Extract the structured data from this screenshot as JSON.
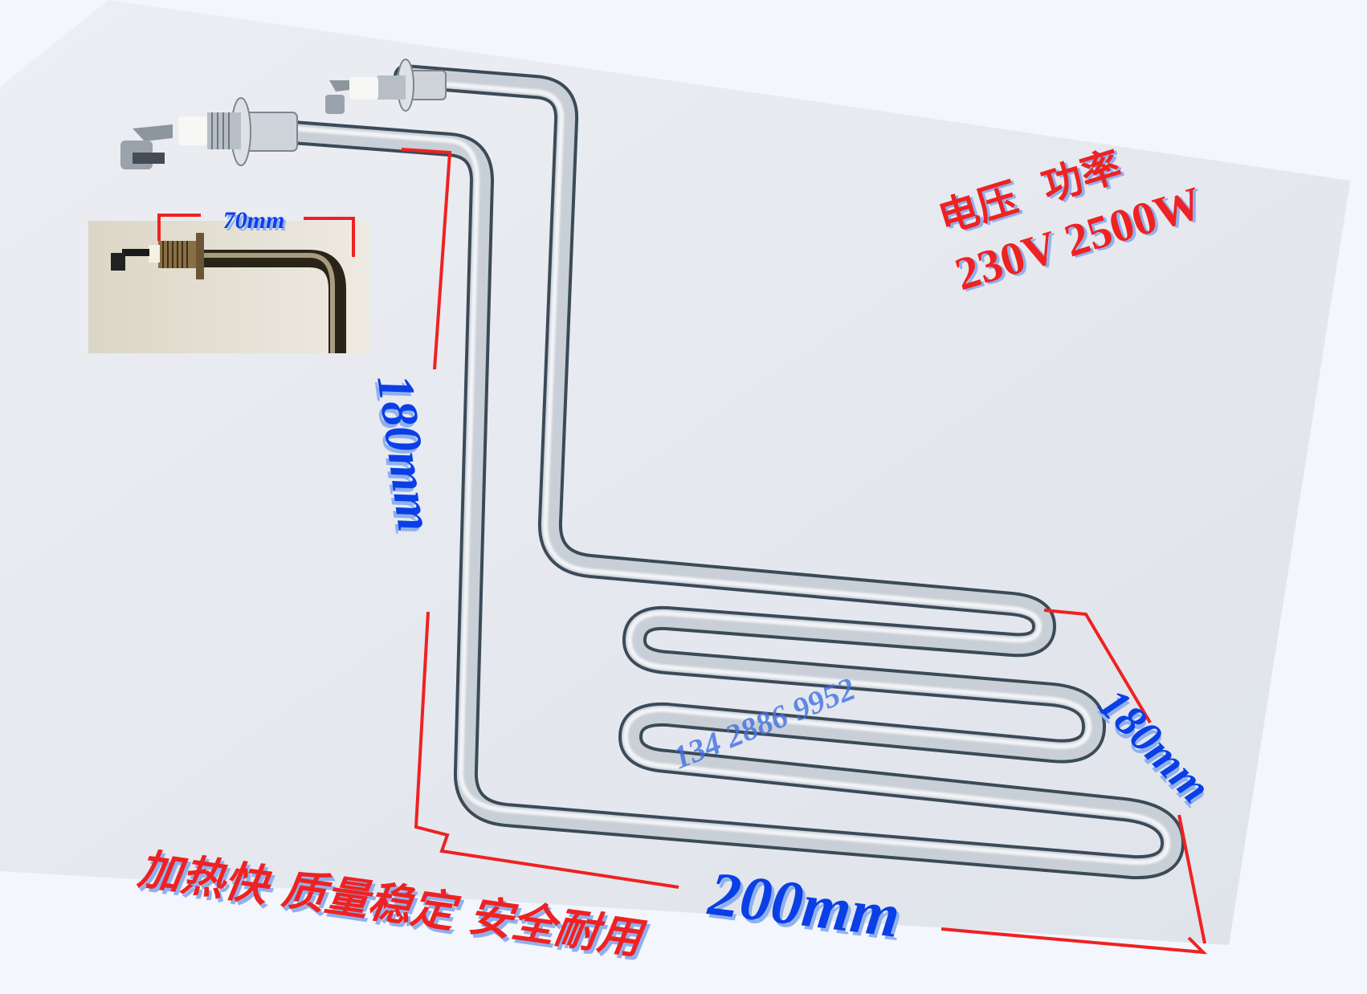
{
  "product": {
    "type": "electric heating element (immersion heater tube)",
    "colors": {
      "background": "#f3f7fd",
      "card": "#e4e7ee",
      "inset_background": "#e8e4da",
      "tube_light": "#dfe3e8",
      "tube_dark": "#3b4a57",
      "dimension_line": "#ee2222",
      "dimension_text": "#0a3fe6",
      "dimension_text_shadow": "#8fb0ee",
      "spec_text": "#ee2222"
    }
  },
  "specs": {
    "header": "电压  功率",
    "voltage": "230V",
    "power": "2500W",
    "value_line": "230V 2500W"
  },
  "dimensions": {
    "terminal_length": "70mm",
    "vertical_height": "180mm",
    "coil_width": "180mm",
    "coil_length": "200mm"
  },
  "features": {
    "text": "加热快 质量稳定 安全耐用",
    "items": [
      "加热快",
      "质量稳定",
      "安全耐用"
    ]
  },
  "watermark": {
    "phone": "134 2886 9952"
  }
}
